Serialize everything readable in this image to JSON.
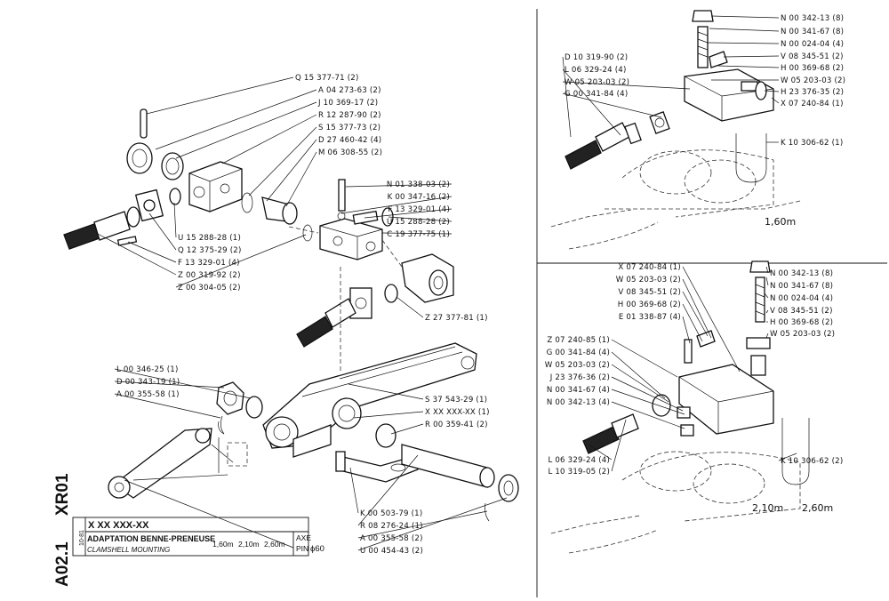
{
  "title_block": {
    "sheet_code": "XR01",
    "page_code": "A02.1",
    "date": "10-81",
    "part_number_mask": "X XX XXX-XX",
    "title_fr": "ADAPTATION BENNE-PRENEUSE",
    "title_en": "CLAMSHELL MOUNTING",
    "lengths": [
      "1,60m",
      "2,10m",
      "2,60m"
    ],
    "axe_label": "AXE",
    "pin_label": "PIN",
    "pin_value": "ϕ60"
  },
  "left_top_labels": [
    "Q 15 377-71 (2)",
    "A 04 273-63 (2)",
    "J 10 369-17 (2)",
    "R 12 287-90 (2)",
    "S 15 377-73 (2)",
    "D 27 460-42 (4)",
    "M 06 308-55 (2)",
    "N 01 338-03 (2)",
    "K 00 347-16 (2)",
    "F 13 329-01 (4)",
    "U 15 288-28 (2)",
    "C 19 377-75 (1)",
    "U 15 288-28 (1)",
    "Q 12 375-29 (2)",
    "F 13 329-01 (4)",
    "Z 00 319-92 (2)",
    "Z 00 304-05 (2)",
    "Z 27 377-81 (1)"
  ],
  "left_bottom_labels": [
    "L 00 346-25 (1)",
    "D 00 343-19 (1)",
    "A 00 355-58 (1)",
    "S 37 543-29 (1)",
    "X XX XXX-XX (1)",
    "R 00 359-41 (2)",
    "K 00 503-79 (1)",
    "R 08 276-24 (1)",
    "A 00 355-58 (2)",
    "U 00 454-43 (2)"
  ],
  "right_top_labels": [
    "N 00 342-13 (8)",
    "N 00 341-67 (8)",
    "N 00 024-04 (4)",
    "V 08 345-51 (2)",
    "H 00 369-68 (2)",
    "W 05 203-03 (2)",
    "H 23 376-35 (2)",
    "X 07 240-84 (1)",
    "K 10 306-62 (1)",
    "D 10 319-90 (2)",
    "L 06 329-24 (4)",
    "W 05 203-03 (2)",
    "G 00 341-84 (4)"
  ],
  "right_top_length": "1,60m",
  "right_bottom_labels": [
    "X 07 240-84 (1)",
    "W 05 203-03 (2)",
    "V 08 345-51 (2)",
    "H 00 369-68 (2)",
    "E 01 338-87 (4)",
    "Z 07 240-85 (1)",
    "G 00 341-84 (4)",
    "W 05 203-03 (2)",
    "J 23 376-36 (2)",
    "N 00 341-67 (4)",
    "N 00 342-13 (4)",
    "L 06 329-24 (4)",
    "L 10 319-05 (2)",
    "N 00 342-13 (8)",
    "N 00 341-67 (8)",
    "N 00 024-04 (4)",
    "V 08 345-51 (2)",
    "H 00 369-68 (2)",
    "W 05 203-03 (2)",
    "K 10 306-62 (2)"
  ],
  "right_bottom_lengths": [
    "2,10m",
    "2,60m"
  ]
}
